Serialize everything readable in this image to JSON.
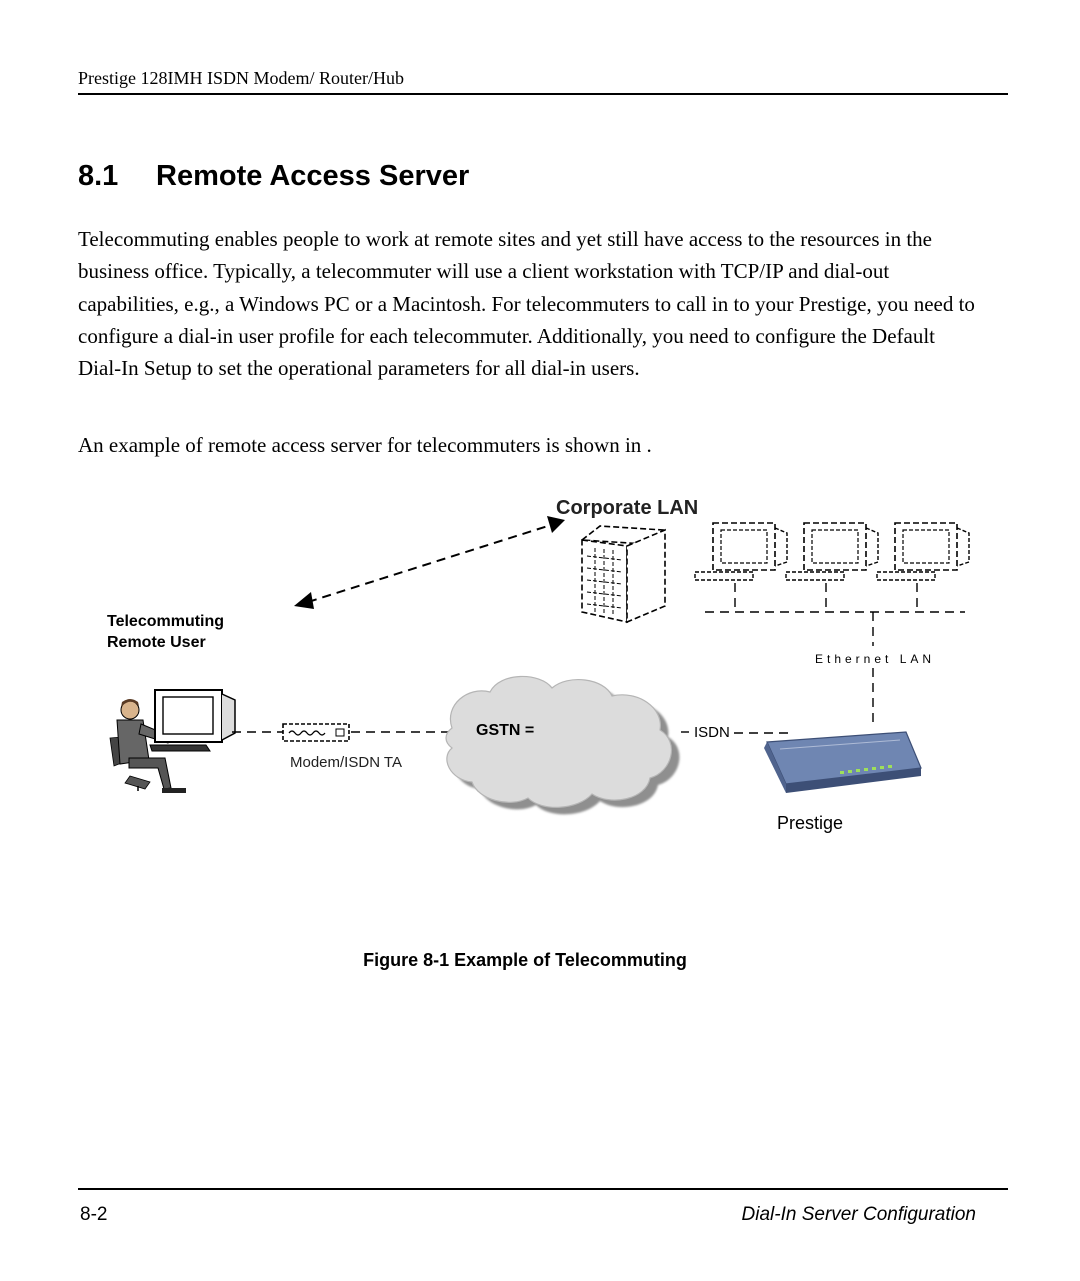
{
  "header": {
    "running_title": "Prestige 128IMH ISDN Modem/ Router/Hub"
  },
  "section": {
    "number": "8.1",
    "title": "Remote Access Server",
    "paragraph_1": "Telecommuting enables people to work at remote sites and yet still have access to the resources in the business office. Typically, a telecommuter will use a client workstation with TCP/IP and dial-out capabilities, e.g., a Windows PC or a Macintosh. For telecommuters to call in to your Prestige, you need to configure a dial-in user profile for each telecommuter. Additionally, you need to configure the Default Dial-In Setup to set the operational parameters for all dial-in users.",
    "paragraph_2": "An example of remote access server for telecommuters is shown in ."
  },
  "figure": {
    "labels": {
      "corporate_lan": "Corporate LAN",
      "telecommuting_line1": "Telecommuting",
      "telecommuting_line2": "Remote User",
      "ethernet_lan": "Ethernet LAN",
      "gstn": "GSTN =",
      "isdn": "ISDN",
      "modem_isdn_ta": "Modem/ISDN TA",
      "prestige": "Prestige"
    },
    "caption": "Figure 8-1 Example of Telecommuting"
  },
  "footer": {
    "page_number": "8-2",
    "chapter_title": "Dial-In Server Configuration"
  }
}
